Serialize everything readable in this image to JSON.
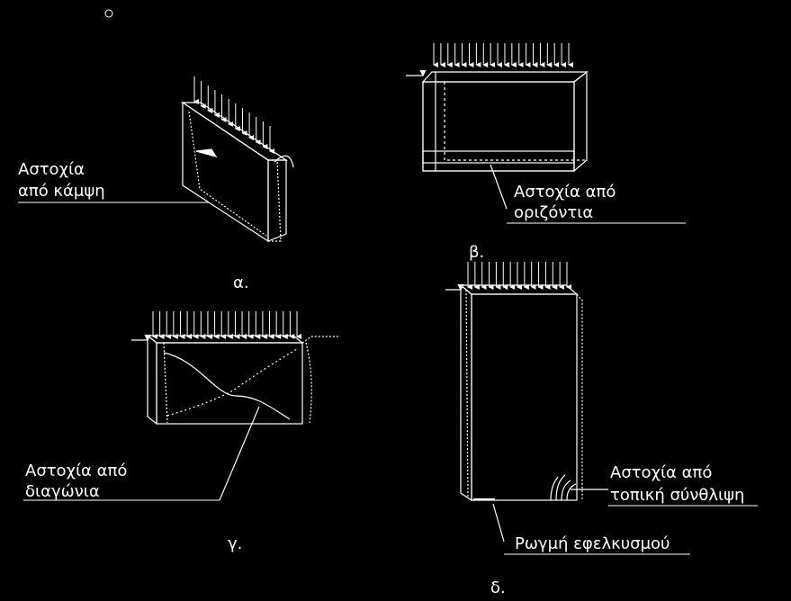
{
  "labels": {
    "a_line1": "Αστοχία",
    "a_line2": "από κάμψη",
    "b_line1": "Αστοχία από",
    "b_line2": "οριζόντια",
    "g_line1": "Αστοχία από",
    "g_line2": "διαγώνια",
    "d_line1": "Αστοχία από",
    "d_line2": "τοπική σύνθλιψη",
    "d_crack": "Ρωγμή εφελκυσμού"
  },
  "captions": {
    "a": "α.",
    "b": "β.",
    "g": "γ.",
    "d": "δ."
  },
  "colors": {
    "background": "#000000",
    "stroke": "#ffffff"
  }
}
